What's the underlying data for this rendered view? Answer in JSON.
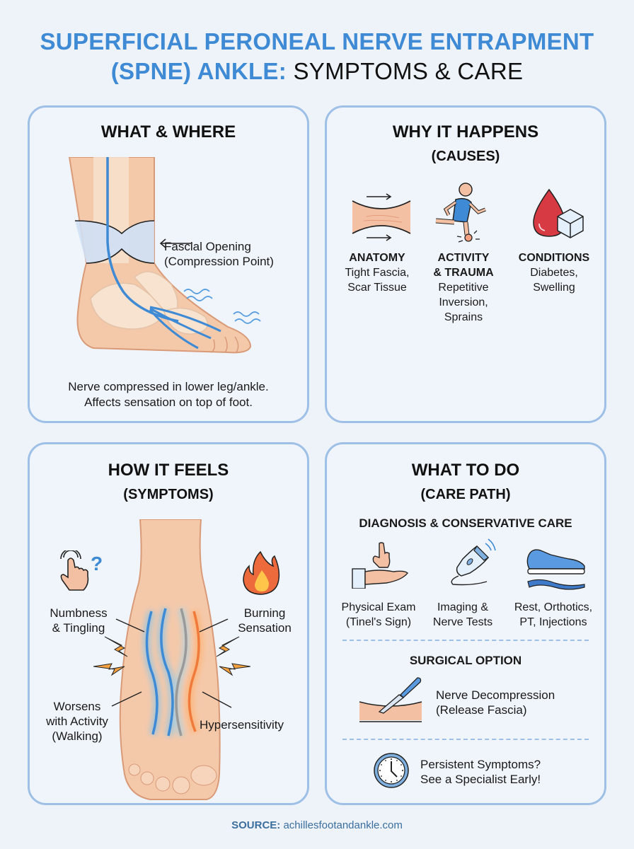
{
  "header": {
    "title_line1": "SUPERFICIAL PERONEAL NERVE ENTRAPMENT",
    "title_line2_blue": "(SPNE) ANKLE:",
    "title_line2_dark": " SYMPTOMS & CARE"
  },
  "colors": {
    "title_blue": "#3e8ad4",
    "panel_border": "#9ec0e6",
    "nerve_blue": "#3e8ad4",
    "burn_orange": "#f07a3a",
    "skin": "#f4c9aa"
  },
  "panels": {
    "what_where": {
      "title": "WHAT & WHERE",
      "icon": "ankle-nerve-diagram",
      "callout_line1": "Fascial Opening",
      "callout_line2": "(Compression Point)",
      "caption_line1": "Nerve compressed in lower leg/ankle.",
      "caption_line2": "Affects sensation on top of foot."
    },
    "why": {
      "title": "WHY IT HAPPENS",
      "subtitle": "(CAUSES)",
      "causes": [
        {
          "icon": "tight-fascia-icon",
          "heading": "ANATOMY",
          "text": [
            "Tight Fascia,",
            "Scar Tissue"
          ]
        },
        {
          "icon": "runner-injury-icon",
          "heading": "ACTIVITY",
          "heading2": "& TRAUMA",
          "text": [
            "Repetitive",
            "Inversion,",
            "Sprains"
          ]
        },
        {
          "icon": "blood-drop-sugar-cube-icon",
          "heading": "CONDITIONS",
          "text": [
            "Diabetes,",
            "Swelling"
          ]
        }
      ]
    },
    "symptoms": {
      "title": "HOW IT FEELS",
      "subtitle": "(SYMPTOMS)",
      "labels": {
        "numbness_1": "Numbness",
        "numbness_2": "& Tingling",
        "burning_1": "Burning",
        "burning_2": "Sensation",
        "worsens_1": "Worsens",
        "worsens_2": "with Activity",
        "worsens_3": "(Walking)",
        "hyper": "Hypersensitivity"
      }
    },
    "care": {
      "title": "WHAT TO DO",
      "subtitle": "(CARE PATH)",
      "conservative_heading": "DIAGNOSIS & CONSERVATIVE CARE",
      "items": [
        {
          "icon": "physical-exam-icon",
          "text": [
            "Physical Exam",
            "(Tinel's Sign)"
          ]
        },
        {
          "icon": "ultrasound-probe-icon",
          "text": [
            "Imaging &",
            "Nerve Tests"
          ]
        },
        {
          "icon": "shoe-orthotic-icon",
          "text": [
            "Rest, Orthotics,",
            "PT, Injections"
          ]
        }
      ],
      "surgical_heading": "SURGICAL OPTION",
      "surgical_line1": "Nerve Decompression",
      "surgical_line2": "(Release Fascia)",
      "advice_line1": "Persistent Symptoms?",
      "advice_line2": "See a Specialist Early!"
    }
  },
  "footer": {
    "source_label": "SOURCE:",
    "source_value": " achillesfootandankle.com"
  }
}
